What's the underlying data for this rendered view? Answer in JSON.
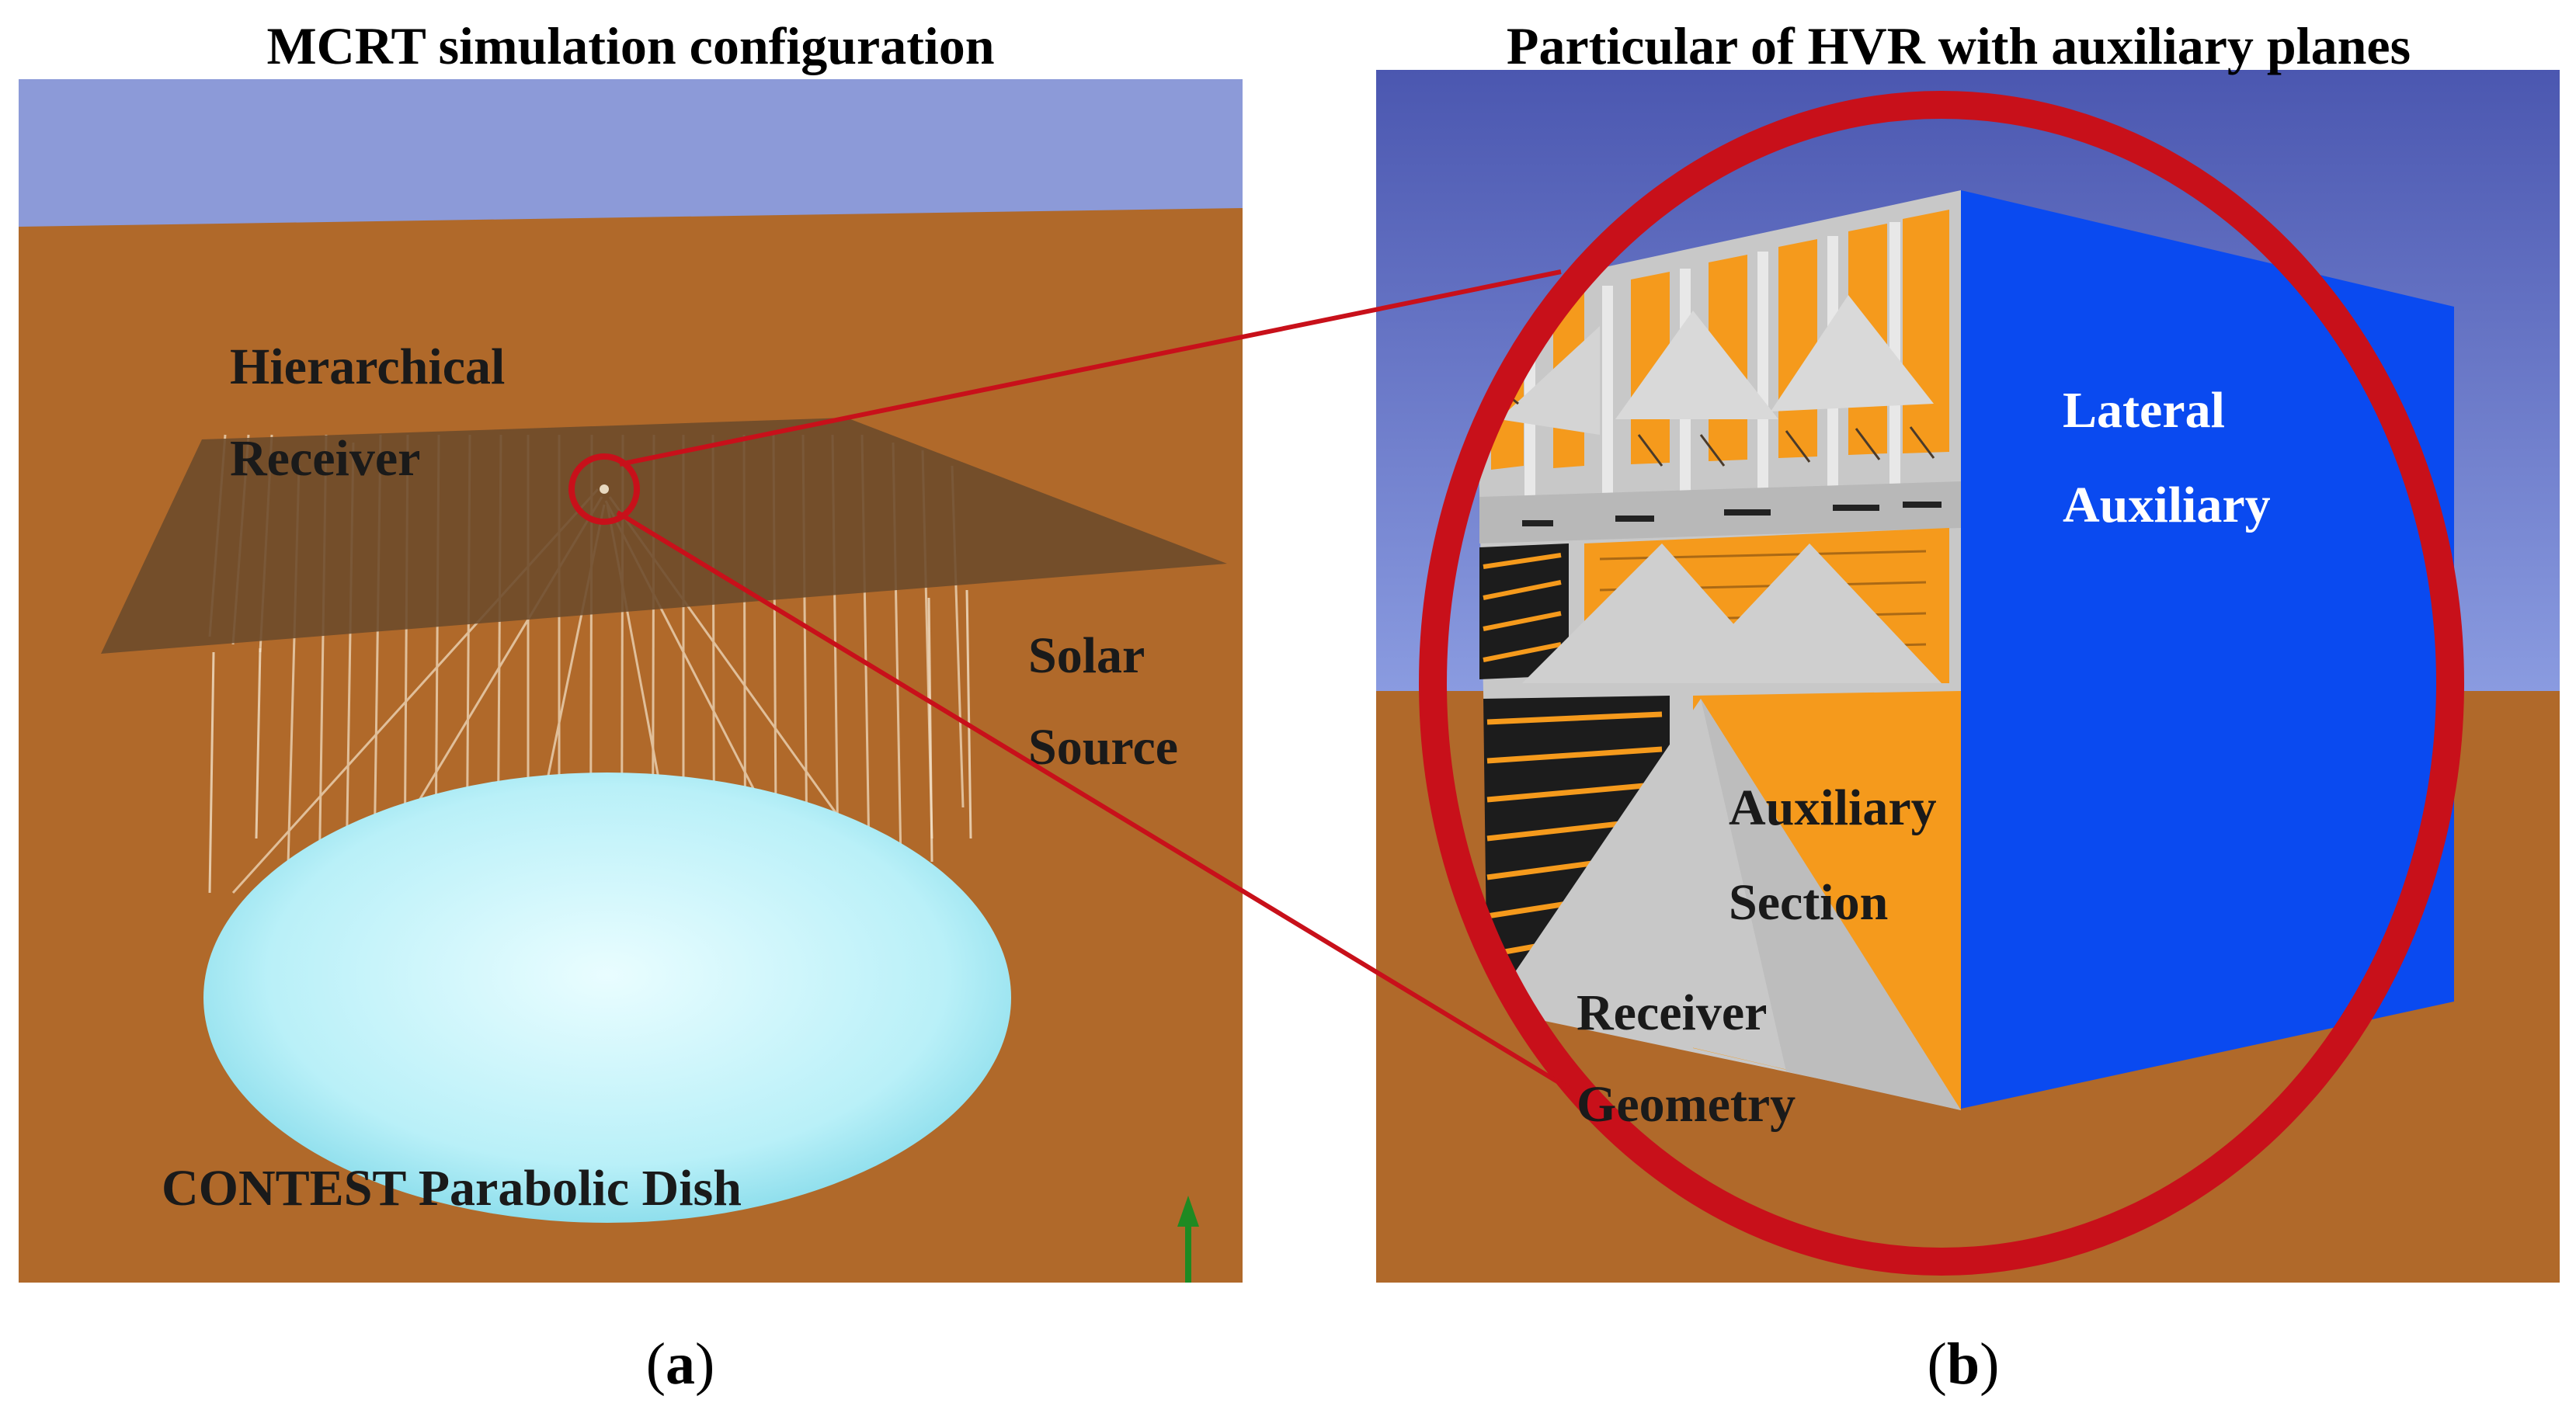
{
  "panel_a": {
    "title": "MCRT simulation  configuration",
    "labels": {
      "hierarchical": "Hierarchical",
      "receiver": "Receiver",
      "solar": "Solar",
      "source": "Source",
      "dish": "CONTEST Parabolic Dish"
    },
    "caption_open": "(",
    "caption_letter": "a",
    "caption_close": ")"
  },
  "panel_b": {
    "title": "Particular  of HVR with auxiliary  planes",
    "labels": {
      "lateral": "Lateral",
      "auxiliary_lat": "Auxiliary",
      "auxiliary_sec": "Auxiliary",
      "section": "Section",
      "receiver": "Receiver",
      "geometry": "Geometry"
    },
    "caption_open": "(",
    "caption_letter": "b",
    "caption_close": ")"
  },
  "colors": {
    "sky_a": "#8c9ad8",
    "ground": "#b0692a",
    "receiver_plane": "#6b4a2a",
    "dish": "#c8f4fb",
    "sky_b": "#5563b8",
    "lateral_plane": "#0a4af0",
    "receiver_grey": "#c8c8c8",
    "orange": "#f59a1c",
    "highlight_ring": "#c8101a",
    "axis_arrow": "#1e8a22"
  },
  "icons": {
    "axis": "up-arrow-icon"
  }
}
